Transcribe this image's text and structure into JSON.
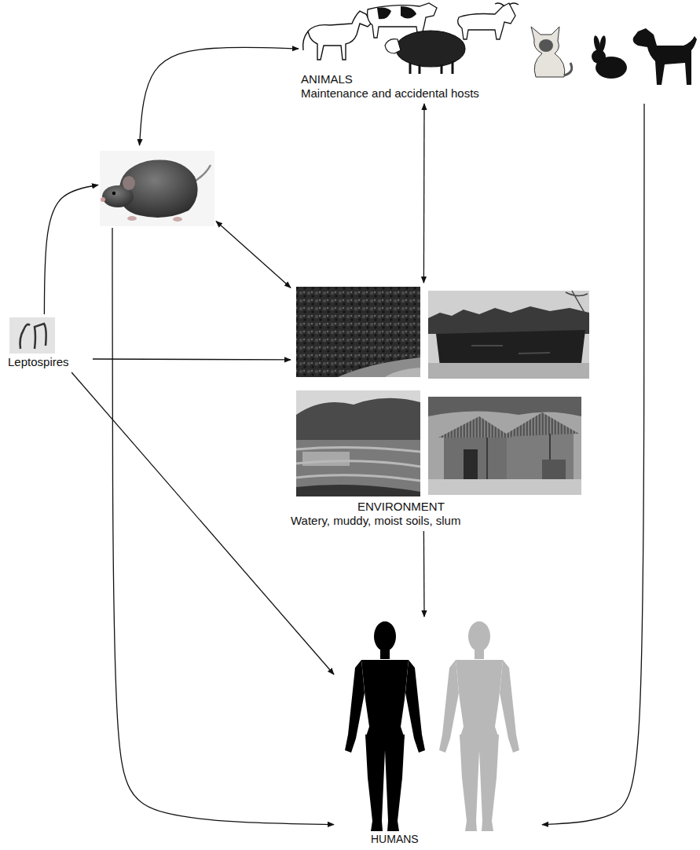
{
  "diagram": {
    "nodes": [
      {
        "text": [
          "ANIMALS",
          "Maintenance and accidental hosts"
        ]
      },
      {
        "text": []
      },
      {
        "text": [
          "Leptospires"
        ]
      },
      {
        "text": [
          "ENVIRONMENT",
          "Watery, muddy, moist soils, slum"
        ]
      },
      {
        "text": [
          "HUMANS"
        ]
      }
    ],
    "edges": [
      {
        "from": 1,
        "to": 0,
        "arrow": "both"
      },
      {
        "from": 2,
        "to": 1,
        "arrow": "to"
      },
      {
        "from": 0,
        "to": 3,
        "arrow": "both"
      },
      {
        "from": 1,
        "to": 3,
        "arrow": "both"
      },
      {
        "from": 2,
        "to": 3,
        "arrow": "to"
      },
      {
        "from": 2,
        "to": 4,
        "arrow": "to"
      },
      {
        "from": 1,
        "to": 4,
        "arrow": "to"
      },
      {
        "from": 3,
        "to": 4,
        "arrow": "to"
      },
      {
        "from": 0,
        "to": 4,
        "arrow": "to"
      }
    ]
  }
}
